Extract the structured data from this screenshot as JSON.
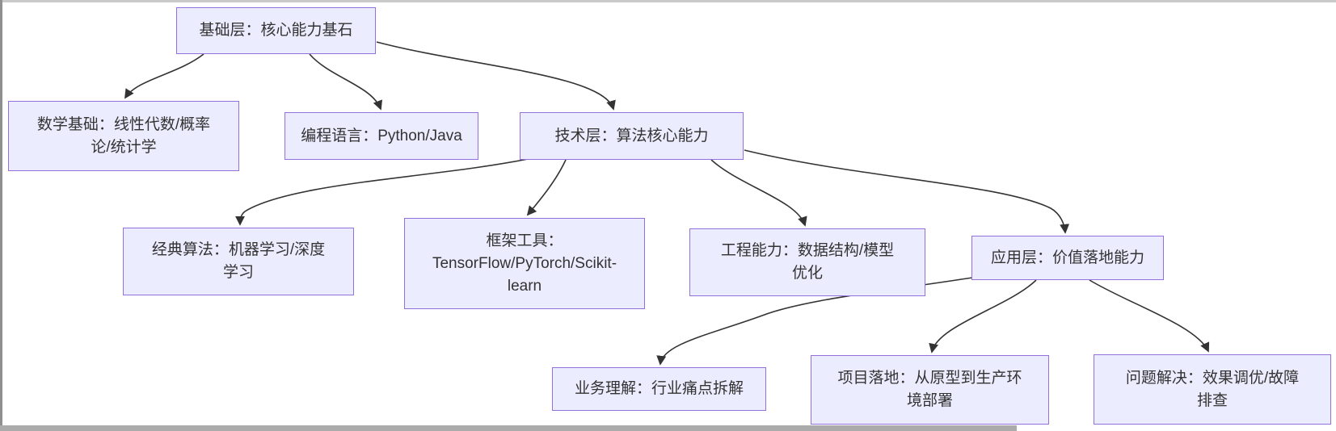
{
  "diagram": {
    "type": "flowchart",
    "nodes": [
      {
        "id": "base",
        "lines": [
          "基础层：核心能力基石"
        ]
      },
      {
        "id": "math",
        "lines": [
          "数学基础：线性代数/概率",
          "论/统计学"
        ]
      },
      {
        "id": "prog",
        "lines": [
          "编程语言：Python/Java"
        ]
      },
      {
        "id": "tech",
        "lines": [
          "技术层：算法核心能力"
        ]
      },
      {
        "id": "classic",
        "lines": [
          "经典算法：机器学习/深度",
          "学习"
        ]
      },
      {
        "id": "framework",
        "lines": [
          "框架工具：",
          "TensorFlow/PyTorch/Scikit-",
          "learn"
        ]
      },
      {
        "id": "eng",
        "lines": [
          "工程能力：数据结构/模型",
          "优化"
        ]
      },
      {
        "id": "app",
        "lines": [
          "应用层：价值落地能力"
        ]
      },
      {
        "id": "biz",
        "lines": [
          "业务理解：行业痛点拆解"
        ]
      },
      {
        "id": "proj",
        "lines": [
          "项目落地：从原型到生产环",
          "境部署"
        ]
      },
      {
        "id": "solve",
        "lines": [
          "问题解决：效果调优/故障",
          "排查"
        ]
      }
    ],
    "edges": [
      {
        "from": "base",
        "to": "math"
      },
      {
        "from": "base",
        "to": "prog"
      },
      {
        "from": "base",
        "to": "tech"
      },
      {
        "from": "tech",
        "to": "classic"
      },
      {
        "from": "tech",
        "to": "framework"
      },
      {
        "from": "tech",
        "to": "eng"
      },
      {
        "from": "tech",
        "to": "app"
      },
      {
        "from": "app",
        "to": "biz"
      },
      {
        "from": "app",
        "to": "proj"
      },
      {
        "from": "app",
        "to": "solve"
      }
    ],
    "style": {
      "node_fill": "#ECECFF",
      "node_border": "#9370DB",
      "edge_color": "#333333",
      "text_color": "#333333",
      "frame_top": "#c9c9c9",
      "frame_left": "#8f8f8f",
      "frame_bottom": "#ababab"
    }
  }
}
